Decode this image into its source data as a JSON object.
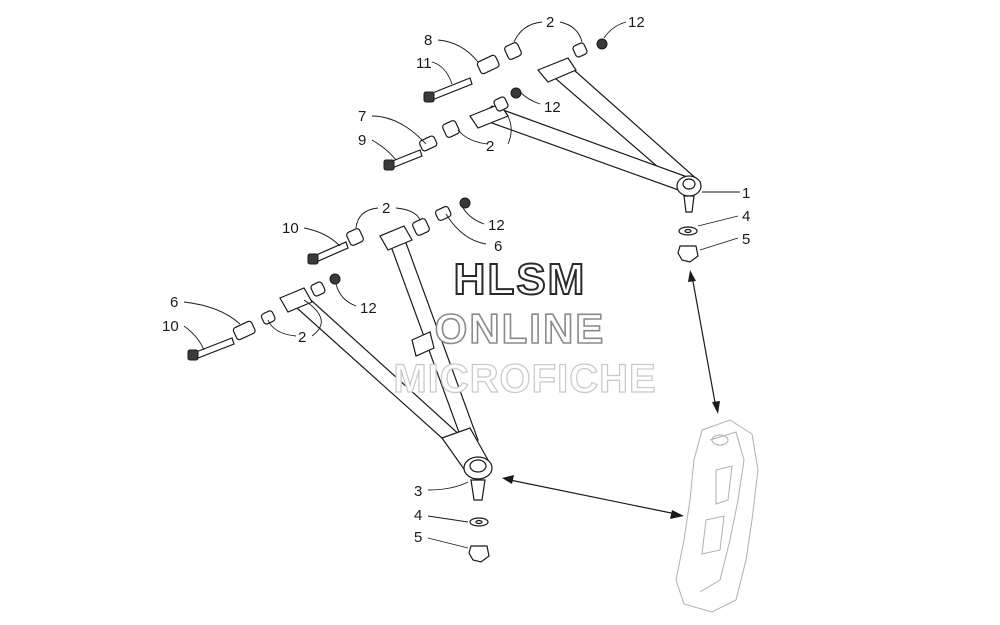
{
  "watermark": {
    "line1": "HLSM",
    "line2": "ONLINE",
    "line3": "MICROFICHE"
  },
  "callouts": {
    "upper_8": "8",
    "upper_11": "11",
    "upper_2_top": "2",
    "upper_12_top": "12",
    "upper_12_mid": "12",
    "upper_7": "7",
    "upper_9": "9",
    "upper_2_mid": "2",
    "upper_1": "1",
    "upper_4": "4",
    "upper_5": "5",
    "lower_10_top": "10",
    "lower_2_top": "2",
    "lower_12_top": "12",
    "lower_6_top": "6",
    "lower_6_left": "6",
    "lower_10_left": "10",
    "lower_12_mid": "12",
    "lower_2_mid": "2",
    "lower_3": "3",
    "lower_4": "4",
    "lower_5": "5"
  }
}
